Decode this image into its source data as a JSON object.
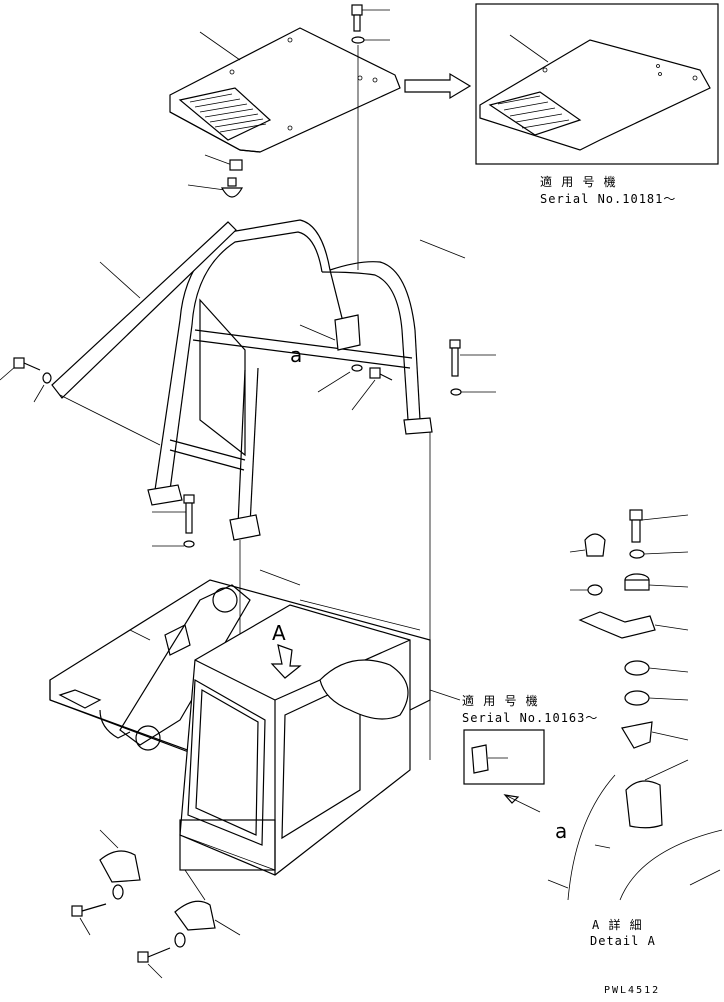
{
  "inset_top": {
    "line1": "適 用 号 機",
    "line2": "Serial No.10181～"
  },
  "inset_mid": {
    "line1": "適 用 号 機",
    "line2": "Serial No.10163～"
  },
  "detail": {
    "line1": "A 詳 細",
    "line2": "Detail A"
  },
  "view_labels": {
    "a_upper": "a",
    "a_lower": "a",
    "A_marker": "A"
  },
  "drawing_code": "PWL4512"
}
